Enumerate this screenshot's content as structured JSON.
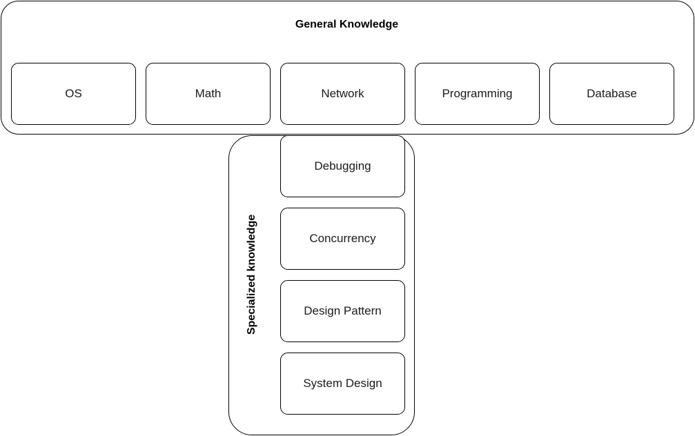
{
  "general_knowledge": {
    "title": "General Knowledge",
    "items": [
      {
        "label": "OS"
      },
      {
        "label": "Math"
      },
      {
        "label": "Network"
      },
      {
        "label": "Programming"
      },
      {
        "label": "Database"
      }
    ]
  },
  "specialized_knowledge": {
    "title": "Specialized knowledge",
    "items": [
      {
        "label": "Debugging"
      },
      {
        "label": "Concurrency"
      },
      {
        "label": "Design Pattern"
      },
      {
        "label": "System Design"
      }
    ]
  },
  "colors": {
    "stroke": "#000000",
    "fill": "#ffffff",
    "text": "#1a1a1a"
  }
}
